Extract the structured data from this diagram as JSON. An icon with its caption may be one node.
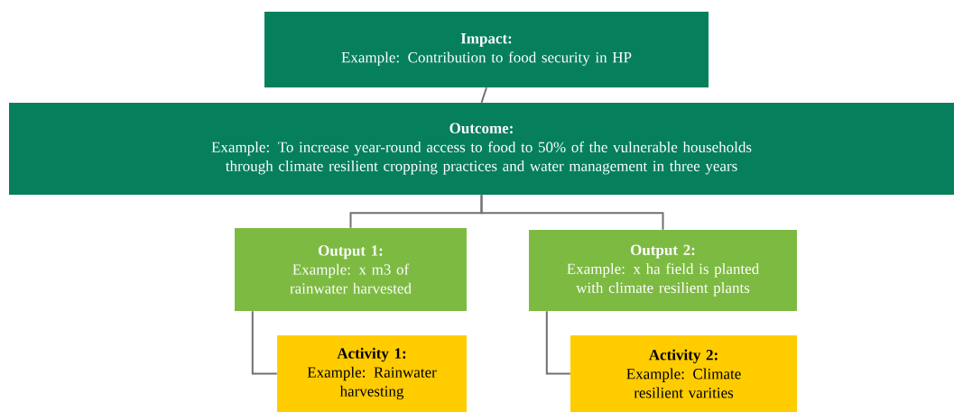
{
  "diagram": {
    "nodes": [
      {
        "text": [
          "Impact:",
          "Example: Contribution to food security in HP"
        ]
      },
      {
        "text": [
          "Outcome:",
          "Example: To increase year-round access to food to 50% of the vulnerable households through climate resilient cropping practices and water management in three years"
        ]
      },
      {
        "text": [
          "Output 1:",
          "Example: x m3 of rainwater harvested"
        ]
      },
      {
        "text": [
          "Output 2:",
          "Example: x ha field is planted with climate resilient plants"
        ]
      },
      {
        "text": [
          "Activity 1:",
          "Example: Rainwater harvesting"
        ]
      },
      {
        "text": [
          "Activity 2:",
          "Example: Climate resilient varities"
        ]
      }
    ],
    "edges": [
      {
        "from": 0,
        "to": 1,
        "arrow": "none"
      },
      {
        "from": 1,
        "to": 2,
        "arrow": "none"
      },
      {
        "from": 1,
        "to": 3,
        "arrow": "none"
      },
      {
        "from": 2,
        "to": 4,
        "arrow": "none"
      },
      {
        "from": 3,
        "to": 5,
        "arrow": "none"
      }
    ]
  }
}
